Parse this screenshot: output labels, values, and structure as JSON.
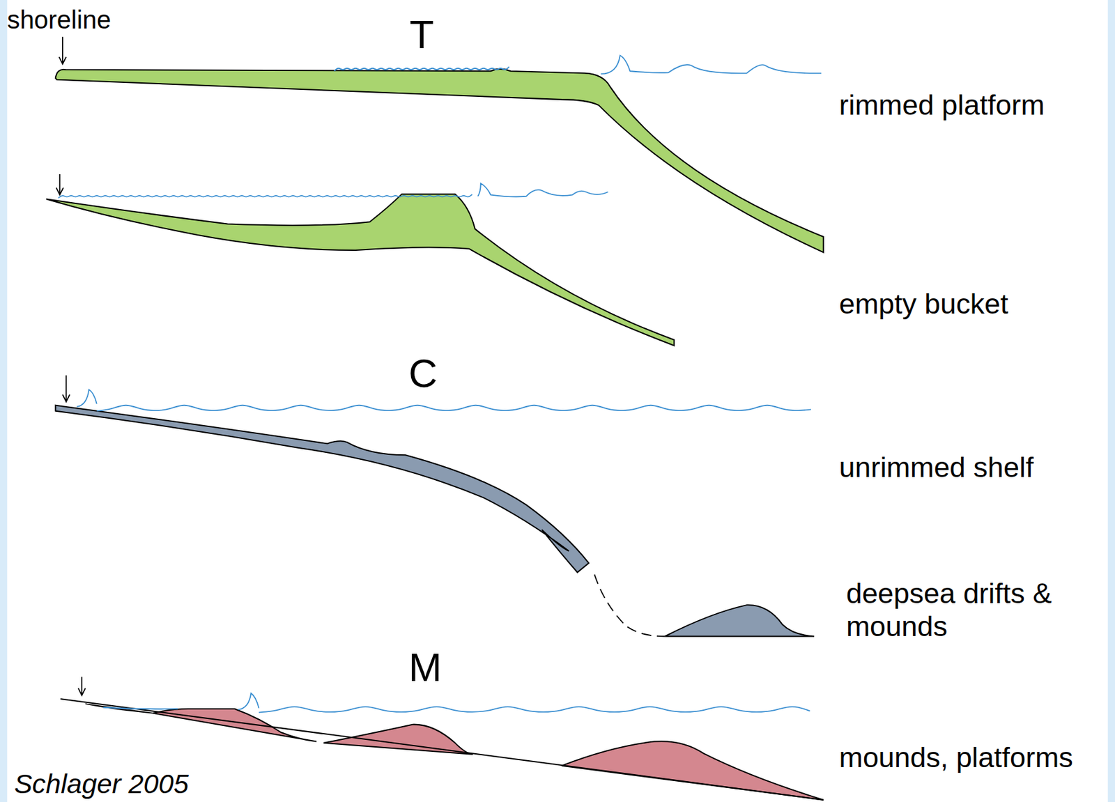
{
  "diagram": {
    "labels": [
      "shoreline",
      "T",
      "rimmed platform",
      "empty bucket",
      "C",
      "unrimmed shelf",
      "deepsea drifts & mounds",
      "M",
      "mounds, platforms",
      "Schlager 2005"
    ]
  }
}
